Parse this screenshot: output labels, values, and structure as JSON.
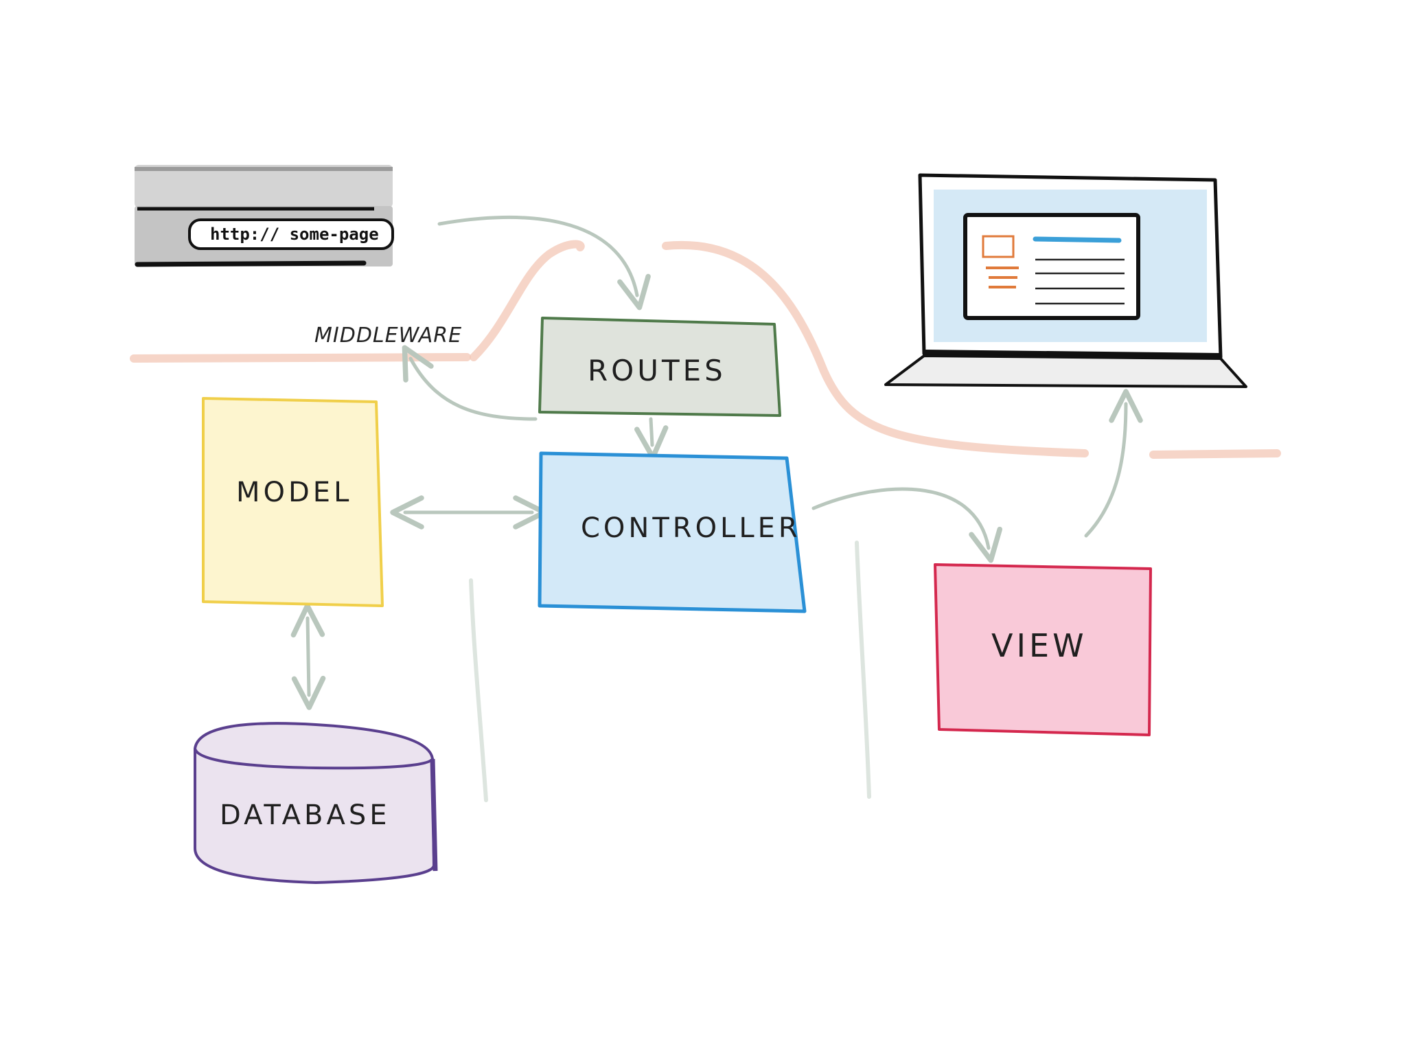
{
  "browser": {
    "url": "http:// some-page"
  },
  "middleware": {
    "label": "MIDDLEWARE"
  },
  "nodes": {
    "routes": {
      "label": "ROUTES",
      "fill": "#dfe3dc",
      "stroke": "#4f7a4a"
    },
    "controller": {
      "label": "CONTROLLER",
      "fill": "#d3e9f8",
      "stroke": "#2a90d6"
    },
    "model": {
      "label": "MODEL",
      "fill": "#fdf5cf",
      "stroke": "#f0cf4a"
    },
    "view": {
      "label": "VIEW",
      "fill": "#f9c9d8",
      "stroke": "#d4284e"
    },
    "database": {
      "label": "DATABASE",
      "fill": "#ebe3ef",
      "stroke": "#5a3f8e"
    }
  },
  "colors": {
    "arrow": "#b9c7bd",
    "middleware_line": "#f3c7b6",
    "laptop_screen": "#d5e9f6",
    "ui_accent_orange": "#e07a3a",
    "ui_accent_blue": "#3a9fd8"
  },
  "icons": [
    "browser-window-icon",
    "laptop-icon"
  ]
}
